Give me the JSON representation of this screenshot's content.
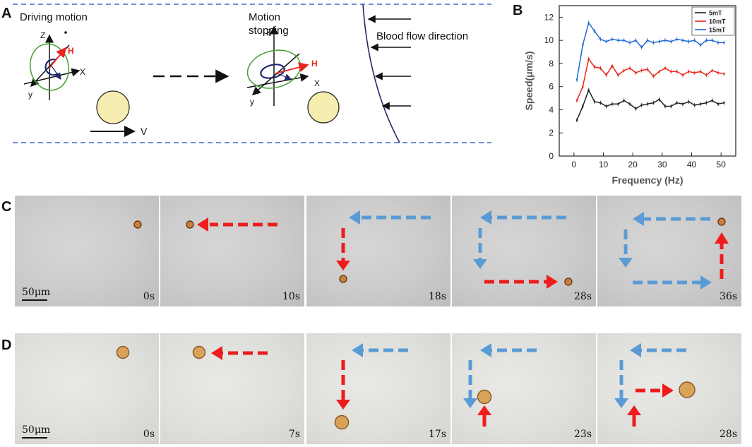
{
  "panel_a": {
    "label": "A",
    "driving_motion": "Driving motion",
    "motion_stopping_line1": "Motion",
    "motion_stopping_line2": "stopping",
    "blood_flow": "Blood flow direction",
    "velocity": "V",
    "axis_z": "Z",
    "axis_x": "X",
    "axis_y": "y",
    "field": "H",
    "colors": {
      "field": "#e8261f",
      "ellipse": "#4ea33a",
      "cell": "#f5eeb0",
      "boundary": "#3a6fc4",
      "wall": "#1f2a6b"
    }
  },
  "panel_b": {
    "label": "B"
  },
  "chart_data": {
    "type": "line",
    "xlabel": "Frequency (Hz)",
    "ylabel": "Speed(μm/s)",
    "xlim": [
      -5,
      55
    ],
    "ylim": [
      0,
      13
    ],
    "xticks": [
      0,
      10,
      20,
      30,
      40,
      50
    ],
    "yticks": [
      0,
      2,
      4,
      6,
      8,
      10,
      12
    ],
    "grid": false,
    "legend_position": "top-right",
    "x": [
      1,
      3,
      5,
      7,
      9,
      11,
      13,
      15,
      17,
      19,
      21,
      23,
      25,
      27,
      29,
      31,
      33,
      35,
      37,
      39,
      41,
      43,
      45,
      47,
      49,
      51
    ],
    "series": [
      {
        "name": "5mT",
        "color": "#222222",
        "values": [
          3.1,
          4.3,
          5.7,
          4.7,
          4.6,
          4.3,
          4.5,
          4.5,
          4.8,
          4.5,
          4.1,
          4.4,
          4.5,
          4.6,
          4.9,
          4.3,
          4.3,
          4.6,
          4.5,
          4.7,
          4.4,
          4.5,
          4.6,
          4.8,
          4.5,
          4.6
        ]
      },
      {
        "name": "10mT",
        "color": "#e8261f",
        "values": [
          4.8,
          6.0,
          8.4,
          7.7,
          7.6,
          7.0,
          7.8,
          7.0,
          7.4,
          7.6,
          7.2,
          7.4,
          7.5,
          6.9,
          7.3,
          7.6,
          7.3,
          7.3,
          7.0,
          7.3,
          7.2,
          7.3,
          7.0,
          7.4,
          7.2,
          7.1
        ]
      },
      {
        "name": "15mT",
        "color": "#1f67d6",
        "values": [
          6.6,
          9.6,
          11.5,
          10.8,
          10.1,
          9.9,
          10.1,
          10.0,
          10.0,
          9.8,
          10.0,
          9.4,
          10.0,
          9.8,
          9.9,
          10.0,
          9.9,
          10.1,
          10.0,
          9.9,
          10.0,
          9.6,
          10.0,
          10.0,
          9.8,
          9.8
        ]
      }
    ]
  },
  "panel_c": {
    "label": "C",
    "scale_bar": "50μm",
    "frames": [
      {
        "time": "0s"
      },
      {
        "time": "10s"
      },
      {
        "time": "18s"
      },
      {
        "time": "28s"
      },
      {
        "time": "36s"
      }
    ]
  },
  "panel_d": {
    "label": "D",
    "scale_bar": "50μm",
    "frames": [
      {
        "time": "0s"
      },
      {
        "time": "7s"
      },
      {
        "time": "17s"
      },
      {
        "time": "23s"
      },
      {
        "time": "28s"
      }
    ]
  },
  "arrow_colors": {
    "red": "#ee1c1c",
    "blue": "#5b9bd5"
  }
}
